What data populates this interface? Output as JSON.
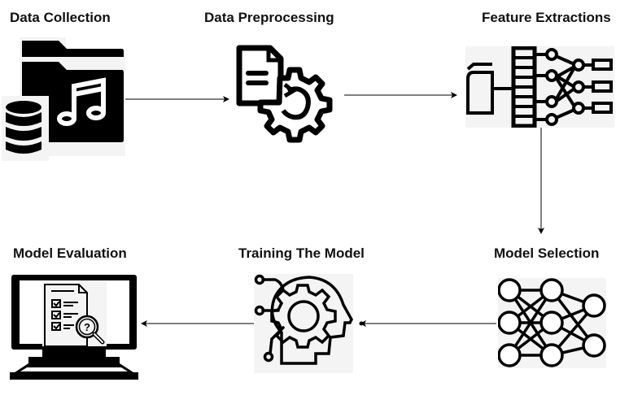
{
  "diagram": {
    "title": "",
    "steps": [
      {
        "id": "data-collection",
        "label": "Data Collection",
        "icon": "folder-music-database-icon"
      },
      {
        "id": "data-preprocessing",
        "label": "Data Preprocessing",
        "icon": "document-gear-icon"
      },
      {
        "id": "feature-extractions",
        "label": "Feature Extractions",
        "icon": "feature-extraction-network-icon"
      },
      {
        "id": "model-selection",
        "label": "Model Selection",
        "icon": "neural-network-icon"
      },
      {
        "id": "training-the-model",
        "label": "Training The Model",
        "icon": "head-gear-icon"
      },
      {
        "id": "model-evaluation",
        "label": "Model Evaluation",
        "icon": "monitor-checklist-icon"
      }
    ],
    "edges": [
      {
        "from": "data-collection",
        "to": "data-preprocessing"
      },
      {
        "from": "data-preprocessing",
        "to": "feature-extractions"
      },
      {
        "from": "feature-extractions",
        "to": "model-selection"
      },
      {
        "from": "model-selection",
        "to": "training-the-model"
      },
      {
        "from": "training-the-model",
        "to": "model-evaluation"
      }
    ]
  }
}
